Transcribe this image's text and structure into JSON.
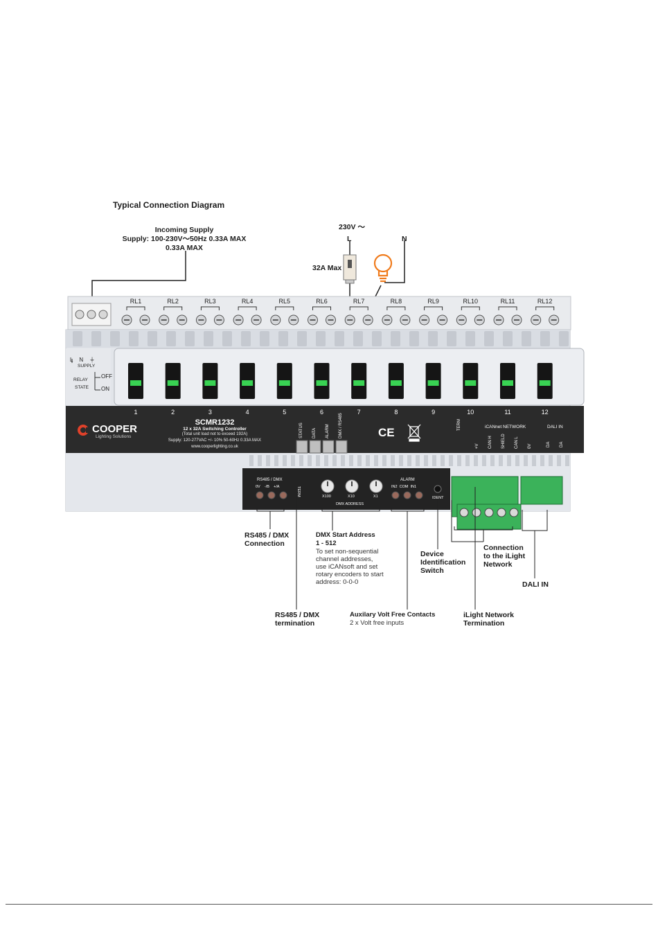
{
  "diagram": {
    "title": "Typical Connection Diagram",
    "incoming_supply": {
      "heading": "Incoming Supply",
      "line1": "Supply: 100-230V～50Hz  0.33A MAX",
      "line2": "0.33A MAX"
    },
    "voltage_label": "230V ～",
    "live_label": "L",
    "neutral_label": "N",
    "breaker_label": "32A Max",
    "relay_labels": [
      "RL1",
      "RL2",
      "RL3",
      "RL4",
      "RL5",
      "RL6",
      "RL7",
      "RL8",
      "RL9",
      "RL10",
      "RL11",
      "RL12"
    ],
    "channel_numbers": [
      "1",
      "2",
      "3",
      "4",
      "5",
      "6",
      "7",
      "8",
      "9",
      "10",
      "11",
      "12"
    ],
    "supply_terminals": [
      "L",
      "N",
      "⏚"
    ],
    "supply_caption": "SUPPLY",
    "relay_state": {
      "relay": "RELAY",
      "state": "STATE",
      "off": "OFF",
      "on": "ON"
    },
    "brand": {
      "name": "COOPER",
      "sub": "Lighting Solutions"
    },
    "model": {
      "name": "SCMR1232",
      "line1": "12 x 32A Switching Controller",
      "line2": "(Total unit load not to exceed 192A)",
      "line3": "Supply: 120-277VAC  +/- 10%  50-60Hz  0.33A MAX",
      "url": "www.cooperlighting.co.uk"
    },
    "leds": [
      "STATUS",
      "DATA",
      "ALARM",
      "DMX / RS485"
    ],
    "ce_mark": "CE",
    "term_label": "TERM",
    "ilight_network": {
      "heading": "iCANnet NETWORK",
      "pins": [
        "+V",
        "CAN H",
        "SHIELD",
        "CAN L",
        "0V"
      ]
    },
    "dali_in": {
      "heading": "DALI IN",
      "pins": [
        "DA",
        "DA"
      ]
    },
    "rs485_block": {
      "heading": "RS485 / DMX",
      "pins": [
        "0V",
        "-/B",
        "+/A"
      ],
      "term": "TERM"
    },
    "dmx_address": {
      "caption": "DMX ADDRESS",
      "dials": [
        "X100",
        "X10",
        "X1"
      ]
    },
    "alarm_block": {
      "heading": "ALARM",
      "pins": [
        "IN2",
        "COM",
        "IN1"
      ]
    },
    "ident": "IDENT",
    "callouts": {
      "rs485_connection": [
        "RS485 / DMX",
        "Connection"
      ],
      "dmx_start_heading": [
        "DMX Start Address",
        "1 - 512"
      ],
      "dmx_start_note": [
        "To set non-sequential",
        "channel addresses,",
        "use iCANsoft and set",
        "rotary encoders to start",
        "address: 0-0-0"
      ],
      "device_ident": [
        "Device",
        "Identification",
        "Switch"
      ],
      "ilight_connection": [
        "Connection",
        "to the iLight",
        "Network"
      ],
      "dali_in": "DALI IN",
      "rs485_termination": [
        "RS485 / DMX",
        "termination"
      ],
      "aux_contacts_heading": "Auxilary Volt Free Contacts",
      "aux_contacts_note": "2 x Volt free inputs",
      "ilight_termination": [
        "iLight Network",
        "Termination"
      ]
    },
    "colors": {
      "device_body": "#e4e7ec",
      "panel_dark": "#2b2b2b",
      "switch_green": "#39d353",
      "brand_red": "#e0412a",
      "bulb_orange": "#f07a1a",
      "terminal_green": "#3bb25a"
    }
  }
}
